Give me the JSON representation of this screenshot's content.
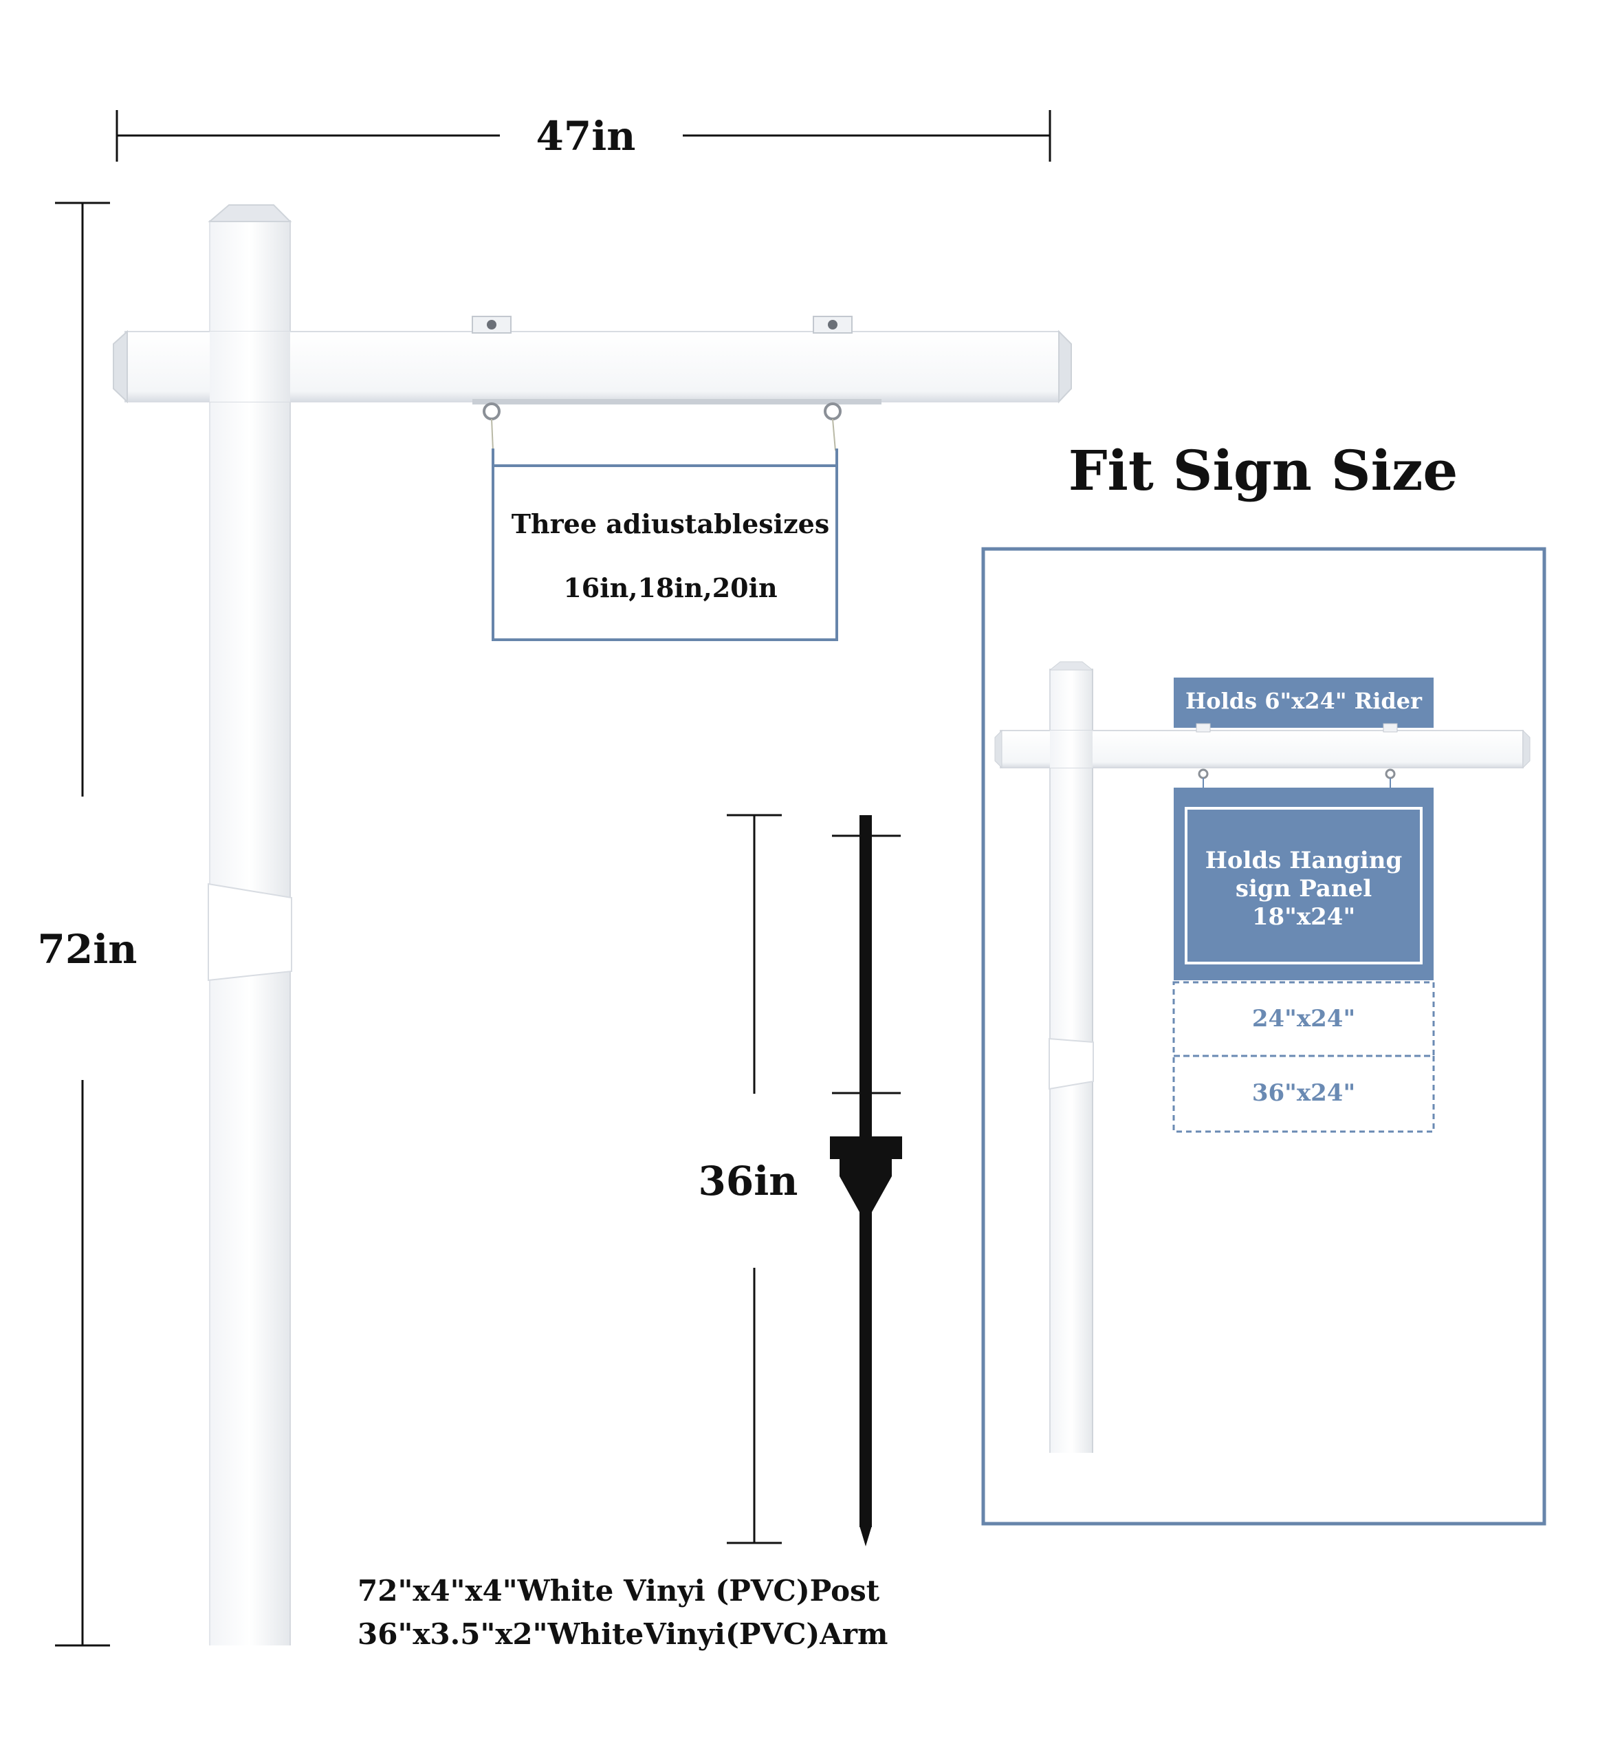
{
  "dimensions": {
    "width_label": "47in",
    "height_label": "72in",
    "stake_label": "36in"
  },
  "adjust_sign": {
    "line1": "Three adiustablesizes",
    "line2": "16in,18in,20in"
  },
  "fit_panel": {
    "title": "Fit Sign Size",
    "rider_label": "Holds 6\"x24\" Rider",
    "hanging_line1": "Holds Hanging",
    "hanging_line2": "sign Panel",
    "hanging_line3": "18\"x24\"",
    "size_24": "24\"x24\"",
    "size_36": "36\"x24\""
  },
  "specs": {
    "line1": "72\"x4\"x4\"White Vinyi (PVC)Post",
    "line2": "36\"x3.5\"x2\"WhiteVinyi(PVC)Arm"
  },
  "colors": {
    "accent_blue": "#6a8ab3",
    "outline_blue": "#6785ab",
    "text_dark": "#111111",
    "stake_black": "#111111"
  }
}
